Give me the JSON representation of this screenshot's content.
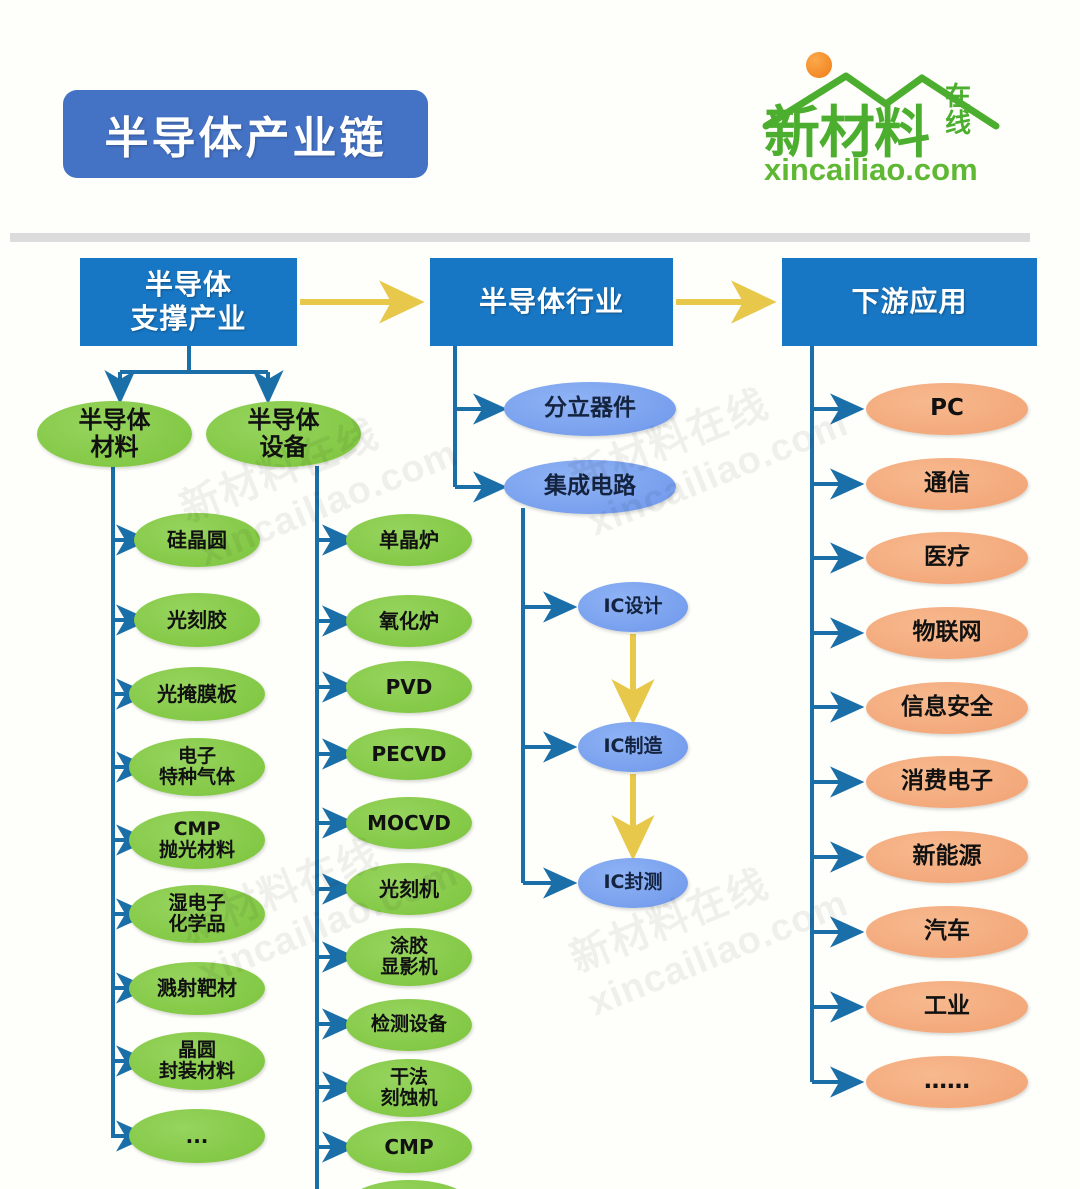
{
  "page": {
    "title": "半导体产业链",
    "colors": {
      "title_box": "#4472C4",
      "header_box": "#1877C4",
      "green_node": "#84CC4D",
      "blue_node": "#7FA5F0",
      "orange_node": "#F5AE80",
      "blue_connector": "#1B6FA8",
      "gold_arrow": "#E8C84A",
      "divider": "#DCDCDC"
    }
  },
  "logo": {
    "brand_cn": "新材料",
    "brand_suffix_line1": "在",
    "brand_suffix_line2": "线",
    "domain": "xincailiao.com"
  },
  "watermark": {
    "cn": "新材料在线",
    "en": "xincailiao.com"
  },
  "headers": [
    {
      "label": "半导体\n支撑产业"
    },
    {
      "label": "半导体行业"
    },
    {
      "label": "下游应用"
    }
  ],
  "columns": {
    "materials": {
      "root": "半导体\n材料",
      "items": [
        "硅晶圆",
        "光刻胶",
        "光掩膜板",
        "电子\n特种气体",
        "CMP\n抛光材料",
        "湿电子\n化学品",
        "溅射靶材",
        "晶圆\n封装材料",
        "..."
      ]
    },
    "equipment": {
      "root": "半导体\n设备",
      "items": [
        "单晶炉",
        "氧化炉",
        "PVD",
        "PECVD",
        "MOCVD",
        "光刻机",
        "涂胶\n显影机",
        "检测设备",
        "干法\n刻蚀机",
        "CMP",
        ""
      ]
    },
    "industry": {
      "items": [
        "分立器件",
        "集成电路"
      ],
      "ic_chain": [
        "IC设计",
        "IC制造",
        "IC封测"
      ]
    },
    "downstream": {
      "items": [
        "PC",
        "通信",
        "医疗",
        "物联网",
        "信息安全",
        "消费电子",
        "新能源",
        "汽车",
        "工业",
        "……"
      ]
    }
  }
}
